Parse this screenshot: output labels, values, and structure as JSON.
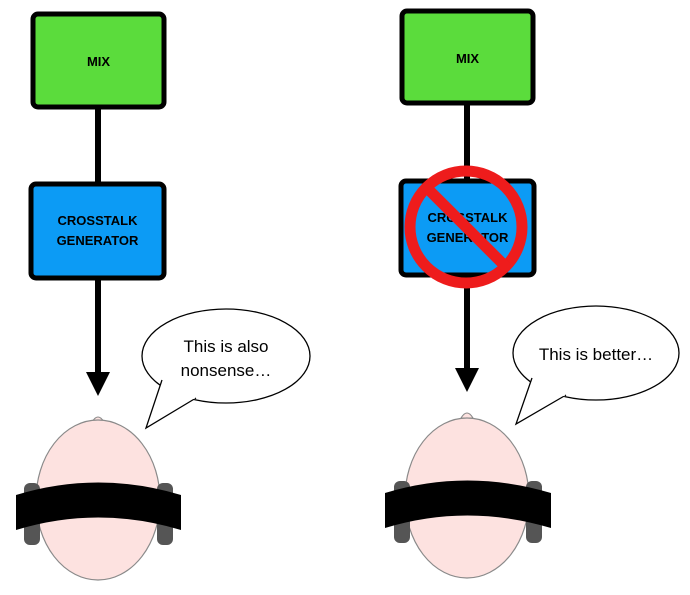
{
  "left_panel": {
    "mix_label": "MIX",
    "crosstalk_label_line1": "CROSSTALK",
    "crosstalk_label_line2": "GENERATOR",
    "speech_line1": "This is also",
    "speech_line2": "nonsense…"
  },
  "right_panel": {
    "mix_label": "MIX",
    "crosstalk_label_line1": "CROSSTALK",
    "crosstalk_label_line2": "GENERATOR",
    "speech_line1": "This is better…",
    "prohibition_icon": "no-entry-sign-icon"
  },
  "colors": {
    "mix_fill": "#5bdc3c",
    "crosstalk_fill": "#0c9bf5",
    "prohibition": "#ee1c1c",
    "head_fill": "#fde2e0",
    "headphone_band": "#000000",
    "earcup": "#555555"
  }
}
